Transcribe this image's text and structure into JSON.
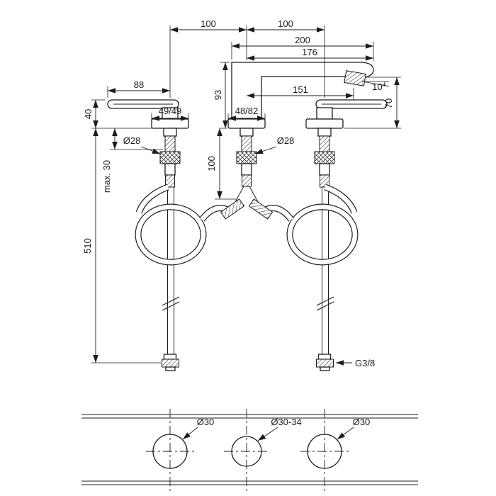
{
  "front_view": {
    "dimensions": {
      "span_left": "100",
      "span_right": "100",
      "spout_total": "200",
      "spout_axis": "176",
      "handle_length": "88",
      "spout_height": "93",
      "reach": "151",
      "angle": "10°",
      "outlet_height": "70",
      "handle_height": "40",
      "base_left": "49/49",
      "base_center": "48/82",
      "dia_left": "Ø28",
      "dia_center": "Ø28",
      "column_depth": "100",
      "max_thickness": "max. 30",
      "hose_length": "510",
      "thread": "G3/8"
    }
  },
  "plan_view": {
    "holes": {
      "left": "Ø30",
      "center": "Ø30-34",
      "right": "Ø30"
    }
  }
}
